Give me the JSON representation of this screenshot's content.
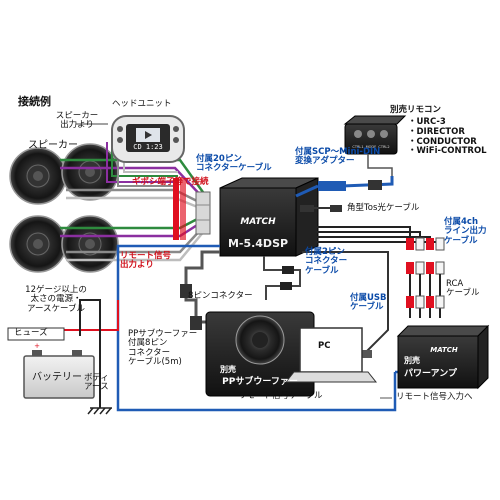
{
  "labels": {
    "connection_example": "接続例",
    "head_unit": "ヘッドユニット",
    "speaker_out": "スピーカー\n出力より",
    "speakers": "スピーカー",
    "connector_20pin": "付属20ピン\nコネクターケーブル",
    "gibosi": "ギボシ端子等で接続",
    "dsp_brand": "MATCH",
    "dsp_model": "M-5.4DSP",
    "remote_sig_out": "リモート信号\n出力より",
    "scp_adapter": "付属SCP〜Mini-DIN\n変換アダプター",
    "square_tos": "角型Tos光ケーブル",
    "line_out_4ch": "付属4ch\nライン出力\nケーブル",
    "rca_cable": "RCA\nケーブル",
    "connector_2pin": "付属2ピン\nコネクター\nケーブル",
    "remote_title": "別売リモコン",
    "remote_models": "・URC-3\n・DIRECTOR\n・CONDUCTOR\n・WiFi-CONTROL",
    "wire_12gauge": "12ゲージ以上の\n太さの電源・\nアースケーブル",
    "fuse": "ヒューズ",
    "battery": "バッテリー",
    "body_earth": "ボディ\nアース",
    "pin8_connector": "8ピンコネクター",
    "pp_cable_note": "PPサブウーファー\n付属8ピン\nコネクター\nケーブル(5m)",
    "pp_sold_sep": "別売",
    "pp_subwoofer": "PPサブウーファー",
    "usb_cable": "付属USB\nケーブル",
    "pc": "PC",
    "power_amp_sold_sep": "別売",
    "power_amp": "パワーアンプ",
    "remote_sig_cable": "リモート信号ケーブル",
    "remote_sig_in": "リモート信号入力へ",
    "head_display": "CD 1:23",
    "remote_knob_labels": [
      "CTRL1",
      "MODE",
      "CTRL2"
    ]
  },
  "colors": {
    "wire_green": "#2e8b3e",
    "wire_purple": "#8b2fa0",
    "wire_gray": "#8a8a8a",
    "wire_white": "#bdbdbd",
    "wire_red": "#e01020",
    "remote_blue": "#1f5bb5",
    "label_blue": "#0a4aa8",
    "label_red": "#d0101b"
  }
}
